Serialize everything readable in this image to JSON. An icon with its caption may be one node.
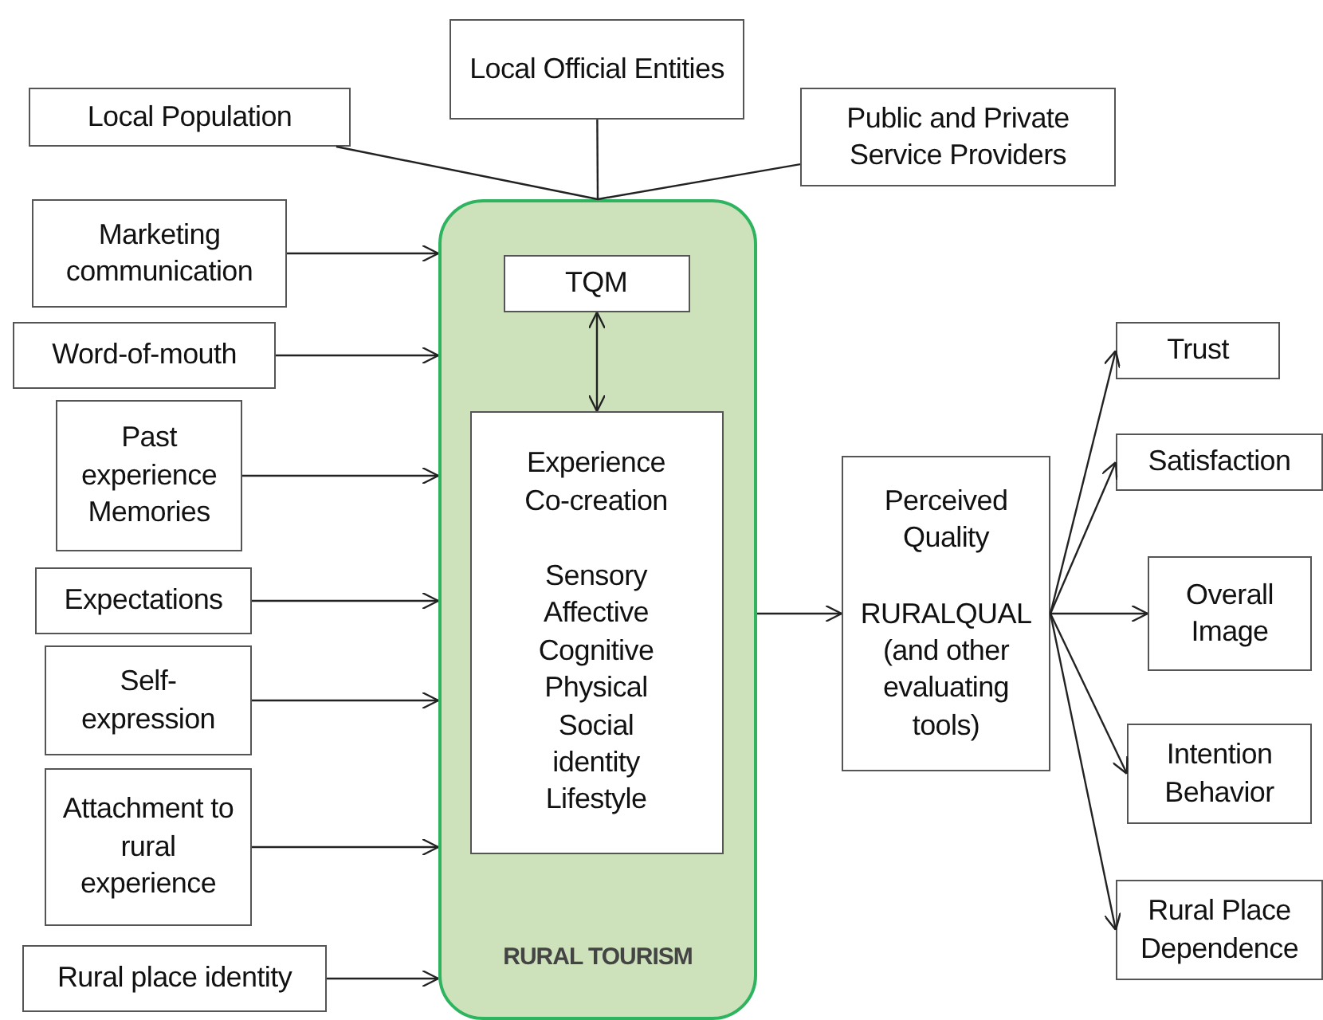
{
  "diagram": {
    "nodes": [
      {
        "text": [
          "Local Population"
        ]
      },
      {
        "text": [
          "Local Official Entities"
        ]
      },
      {
        "text": [
          "Public and Private Service Providers"
        ]
      },
      {
        "text": [
          "RURAL TOURISM"
        ]
      },
      {
        "text": [
          "TQM"
        ],
        "in": 3
      },
      {
        "text": [
          "Experience Co-creation",
          "Sensory",
          "Affective",
          "Cognitive",
          "Physical",
          "Social identity",
          "Lifestyle"
        ],
        "in": 3
      },
      {
        "text": [
          "Marketing communication"
        ]
      },
      {
        "text": [
          "Word-of-mouth"
        ]
      },
      {
        "text": [
          "Past experience Memories"
        ]
      },
      {
        "text": [
          "Expectations"
        ]
      },
      {
        "text": [
          "Self-expression"
        ]
      },
      {
        "text": [
          "Attachment to rural experience"
        ]
      },
      {
        "text": [
          "Rural place identity"
        ]
      },
      {
        "text": [
          "Perceived Quality",
          "RURALQUAL (and other evaluating tools)"
        ]
      },
      {
        "text": [
          "Trust"
        ]
      },
      {
        "text": [
          "Satisfaction"
        ]
      },
      {
        "text": [
          "Overall Image"
        ]
      },
      {
        "text": [
          "Intention Behavior"
        ]
      },
      {
        "text": [
          "Rural Place Dependence"
        ]
      }
    ],
    "edges": [
      {
        "from": 0,
        "to": 3,
        "arrow": "none"
      },
      {
        "from": 1,
        "to": 3,
        "arrow": "none"
      },
      {
        "from": 2,
        "to": 3,
        "arrow": "none"
      },
      {
        "from": 4,
        "to": 5,
        "arrow": "both"
      },
      {
        "from": 6,
        "to": 3,
        "arrow": "to"
      },
      {
        "from": 7,
        "to": 3,
        "arrow": "to"
      },
      {
        "from": 8,
        "to": 3,
        "arrow": "to"
      },
      {
        "from": 9,
        "to": 3,
        "arrow": "to"
      },
      {
        "from": 10,
        "to": 3,
        "arrow": "to"
      },
      {
        "from": 11,
        "to": 3,
        "arrow": "to"
      },
      {
        "from": 12,
        "to": 3,
        "arrow": "to"
      },
      {
        "from": 3,
        "to": 13,
        "arrow": "to"
      },
      {
        "from": 13,
        "to": 14,
        "arrow": "to"
      },
      {
        "from": 13,
        "to": 15,
        "arrow": "to"
      },
      {
        "from": 13,
        "to": 16,
        "arrow": "to"
      },
      {
        "from": 13,
        "to": 17,
        "arrow": "to"
      },
      {
        "from": 13,
        "to": 18,
        "arrow": "to"
      }
    ]
  }
}
